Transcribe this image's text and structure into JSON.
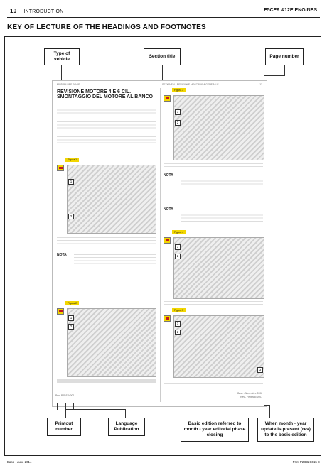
{
  "header": {
    "page_number": "10",
    "section": "INTRODUCTION",
    "engine": "F5CE9 &12E ENGINES"
  },
  "title": "KEY OF LECTURE OF THE HEADINGS AND FOOTNOTES",
  "callouts": {
    "type_of_vehicle": "Type of vehicle",
    "section_title": "Section title",
    "page_number": "Page number",
    "printout_number": "Printout number",
    "language_publication": "Language Publication",
    "basic_edition": "Basic edition referred to month - year editorial phase closing",
    "revision_note": "When month - year update is present (rev) to the basic edition"
  },
  "sample_page": {
    "vehicle": "MOTORI NEF FAMIE",
    "section": "SEZIONE 4 - REVISIONE MECCANICA GENERALE",
    "page": "13",
    "heading": "REVISIONE MOTORE 4 E 6 CIL. SMONTAGGIO DEL MOTORE AL BANCO",
    "figures": [
      "Figura 1",
      "Figura 2",
      "Figura 3",
      "Figura 4",
      "Figura 5"
    ],
    "nota": "NOTA",
    "printout": "Print P2D32N001",
    "basic": "Base - Novembre 2006",
    "rev": "Rev - Febbraio 2007"
  },
  "footer": {
    "left": "Base - June 2014",
    "right": "Print P2D32C015 E"
  }
}
